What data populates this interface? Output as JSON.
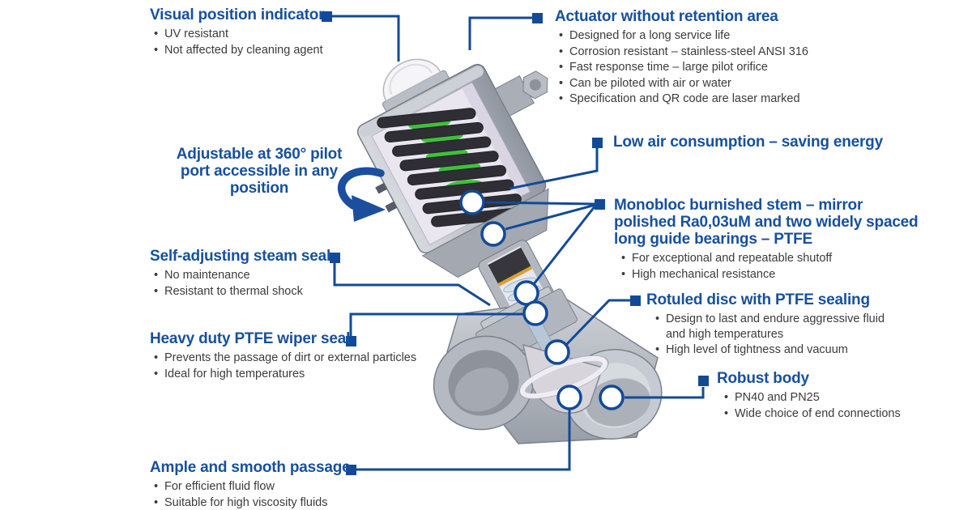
{
  "palette": {
    "accent_blue": "#17509e",
    "line_blue": "#134a97",
    "body_text": "#3b3b3c",
    "background": "#ffffff",
    "spring_green": "#3fc03c",
    "metal_gray": "#b7bbc3"
  },
  "illustration": {
    "subject": "cutaway angle-seat piston valve with pneumatic actuator",
    "arrow_icon": "rotation-arrow"
  },
  "callouts": {
    "visual_indicator": {
      "title": "Visual position indicator",
      "bullets": [
        "UV resistant",
        "Not affected by cleaning agent"
      ]
    },
    "actuator": {
      "title": "Actuator without retention area",
      "bullets": [
        "Designed for a long service life",
        "Corrosion resistant – stainless-steel ANSI 316",
        "Fast response time – large pilot orifice",
        "Can be piloted with air or water",
        "Specification and QR code are laser marked"
      ]
    },
    "adjustable": {
      "lines": [
        "Adjustable at 360° pilot",
        "port accessible in any",
        "position"
      ]
    },
    "low_air": {
      "title": "Low air consumption – saving energy"
    },
    "monobloc": {
      "title_lines": [
        "Monobloc burnished stem – mirror",
        "polished Ra0,03uM and two widely spaced",
        "long guide bearings – PTFE"
      ],
      "bullets": [
        "For exceptional and repeatable shutoff",
        "High mechanical resistance"
      ]
    },
    "steam_seal": {
      "title": "Self-adjusting steam seal",
      "bullets": [
        "No maintenance",
        "Resistant to thermal shock"
      ]
    },
    "rotuled": {
      "title": "Rotuled disc with PTFE sealing",
      "bullets": [
        "Design to last and endure aggressive fluid and high temperatures",
        "High level of tightness and vacuum"
      ]
    },
    "wiper_seal": {
      "title": "Heavy duty PTFE wiper seal",
      "bullets": [
        "Prevents the passage of dirt or external particles",
        "Ideal for high temperatures"
      ]
    },
    "robust_body": {
      "title": "Robust body",
      "bullets": [
        "PN40 and PN25",
        "Wide choice of end connections"
      ]
    },
    "passage": {
      "title": "Ample and smooth passage",
      "bullets": [
        "For efficient fluid flow",
        "Suitable for high viscosity fluids"
      ]
    }
  }
}
